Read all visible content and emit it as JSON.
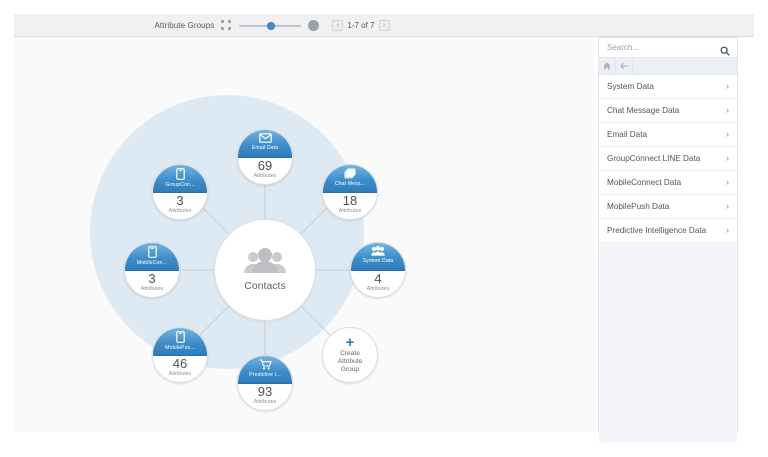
{
  "toolbar": {
    "label": "Attribute Groups",
    "grid_icon": "grid-dots-icon",
    "slider_icon": "zoom-slider",
    "zoom_circle_icon": "zoom-circle-icon",
    "prev_label": "‹",
    "next_label": "›",
    "pagination": "1-7 of 7"
  },
  "canvas": {
    "hub": {
      "icon": "contacts-people-icon",
      "label": "Contacts"
    },
    "unit_label": "Attributes",
    "nodes": [
      {
        "id": "email-data",
        "title": "Email Data",
        "count": "69",
        "unit": "Attributes",
        "icon": "envelope-icon",
        "type": "group"
      },
      {
        "id": "chat-message",
        "title": "Chat Mess...",
        "count": "18",
        "unit": "Attributes",
        "icon": "pages-icon",
        "type": "group"
      },
      {
        "id": "system-data",
        "title": "System Data",
        "count": "4",
        "unit": "Attributes",
        "icon": "people-icon",
        "type": "group"
      },
      {
        "id": "create-group",
        "title": "",
        "count": "",
        "unit": "",
        "icon": "plus-icon",
        "type": "create",
        "line1": "Create",
        "line2": "Attribute",
        "line3": "Group"
      },
      {
        "id": "predictive-intel",
        "title": "Predictive I...",
        "count": "93",
        "unit": "Attributes",
        "icon": "cart-icon",
        "type": "group"
      },
      {
        "id": "mobile-push",
        "title": "MobilePus...",
        "count": "46",
        "unit": "Attributes",
        "icon": "mobile-icon",
        "type": "group"
      },
      {
        "id": "mobile-connect",
        "title": "MobileCon...",
        "count": "3",
        "unit": "Attributes",
        "icon": "mobile-icon",
        "type": "group"
      },
      {
        "id": "group-connect",
        "title": "GroupCon...",
        "count": "3",
        "unit": "Attributes",
        "icon": "mobile-icon",
        "type": "group"
      }
    ]
  },
  "panel": {
    "search": {
      "placeholder": "Search...",
      "value": "",
      "icon": "search-icon"
    },
    "breadcrumb": {
      "home_icon": "home-icon",
      "back_icon": "back-arrow-icon"
    },
    "chevron": "›",
    "items": [
      {
        "label": "System Data"
      },
      {
        "label": "Chat Message Data"
      },
      {
        "label": "Email Data"
      },
      {
        "label": "GroupConnect LINE Data"
      },
      {
        "label": "MobileConnect Data"
      },
      {
        "label": "MobilePush Data"
      },
      {
        "label": "Predictive Intelligence Data"
      }
    ]
  },
  "colors": {
    "node_blue": "#2e7cba",
    "halo_blue": "#deeaf3",
    "accent": "#3f8fd8"
  }
}
